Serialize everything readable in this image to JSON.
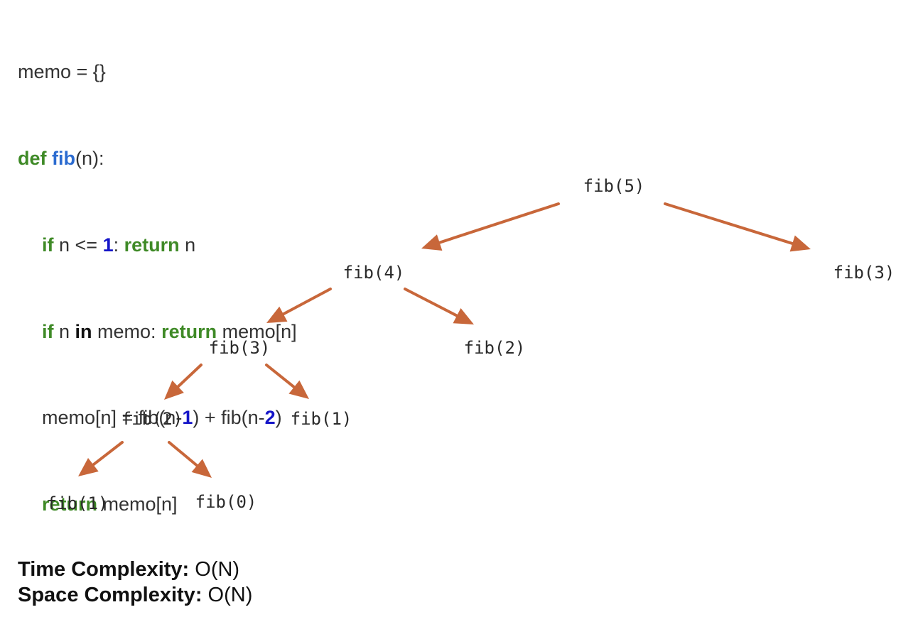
{
  "code": {
    "line1": {
      "text": "memo = {}"
    },
    "line2": {
      "kw_def": "def",
      "fn_name": "fib",
      "rest": "(n):"
    },
    "line3": {
      "kw_if": "if",
      "mid": " n <= ",
      "num": "1",
      "colon": ": ",
      "kw_return": "return",
      "tail": " n"
    },
    "line4": {
      "kw_if": "if",
      "mid": " n ",
      "kw_in": "in",
      "mid2": " memo: ",
      "kw_return": "return",
      "tail": " memo[n]"
    },
    "line5": {
      "part1": "memo[n] = fib(n-",
      "num1": "1",
      "part2": ") + fib(n-",
      "num2": "2",
      "part3": ")"
    },
    "line6": {
      "kw_return": "return",
      "tail": " memo[n]"
    }
  },
  "tree": {
    "nodes": [
      {
        "id": "fib5",
        "label": "fib(5)"
      },
      {
        "id": "fib4",
        "label": "fib(4)"
      },
      {
        "id": "fib3_right",
        "label": "fib(3)"
      },
      {
        "id": "fib3",
        "label": "fib(3)"
      },
      {
        "id": "fib2_right",
        "label": "fib(2)"
      },
      {
        "id": "fib2",
        "label": "fib(2)"
      },
      {
        "id": "fib1_right",
        "label": "fib(1)"
      },
      {
        "id": "fib1",
        "label": "fib(1)"
      },
      {
        "id": "fib0",
        "label": "fib(0)"
      }
    ],
    "edges": [
      {
        "from": "fib5",
        "to": "fib4"
      },
      {
        "from": "fib5",
        "to": "fib3_right"
      },
      {
        "from": "fib4",
        "to": "fib3"
      },
      {
        "from": "fib4",
        "to": "fib2_right"
      },
      {
        "from": "fib3",
        "to": "fib2"
      },
      {
        "from": "fib3",
        "to": "fib1_right"
      },
      {
        "from": "fib2",
        "to": "fib1"
      },
      {
        "from": "fib2",
        "to": "fib0"
      }
    ],
    "edge_color": "#c8673a"
  },
  "complexity": {
    "time_label": "Time Complexity:",
    "time_value": " O(N)",
    "space_label": "Space Complexity:",
    "space_value": " O(N)"
  }
}
